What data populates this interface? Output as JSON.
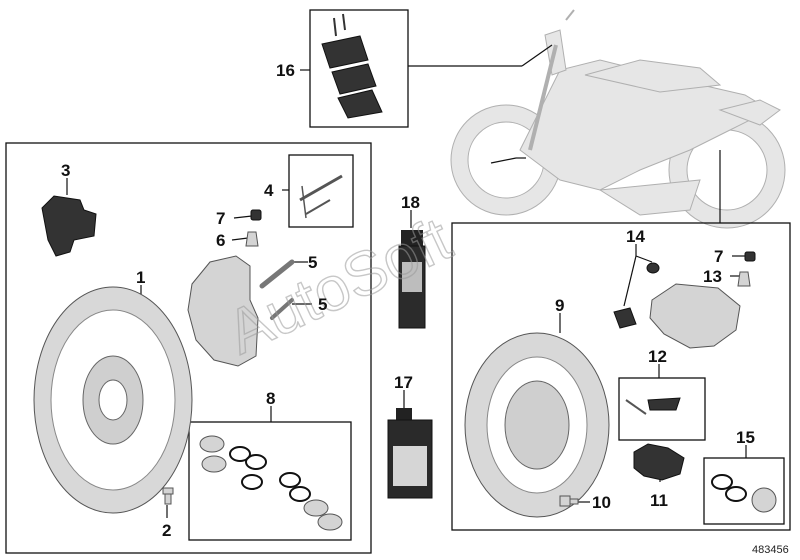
{
  "diagram": {
    "catalog_number": "483456",
    "watermark": "AutoSoft",
    "callouts": [
      {
        "id": "c1",
        "label": "1"
      },
      {
        "id": "c2",
        "label": "2"
      },
      {
        "id": "c3",
        "label": "3"
      },
      {
        "id": "c4",
        "label": "4"
      },
      {
        "id": "c5a",
        "label": "5"
      },
      {
        "id": "c5b",
        "label": "5"
      },
      {
        "id": "c6",
        "label": "6"
      },
      {
        "id": "c7a",
        "label": "7"
      },
      {
        "id": "c7b",
        "label": "7"
      },
      {
        "id": "c8",
        "label": "8"
      },
      {
        "id": "c9",
        "label": "9"
      },
      {
        "id": "c10",
        "label": "10"
      },
      {
        "id": "c11",
        "label": "11"
      },
      {
        "id": "c12",
        "label": "12"
      },
      {
        "id": "c13",
        "label": "13"
      },
      {
        "id": "c14",
        "label": "14"
      },
      {
        "id": "c15",
        "label": "15"
      },
      {
        "id": "c16",
        "label": "16"
      },
      {
        "id": "c17",
        "label": "17"
      },
      {
        "id": "c18",
        "label": "18"
      }
    ]
  }
}
